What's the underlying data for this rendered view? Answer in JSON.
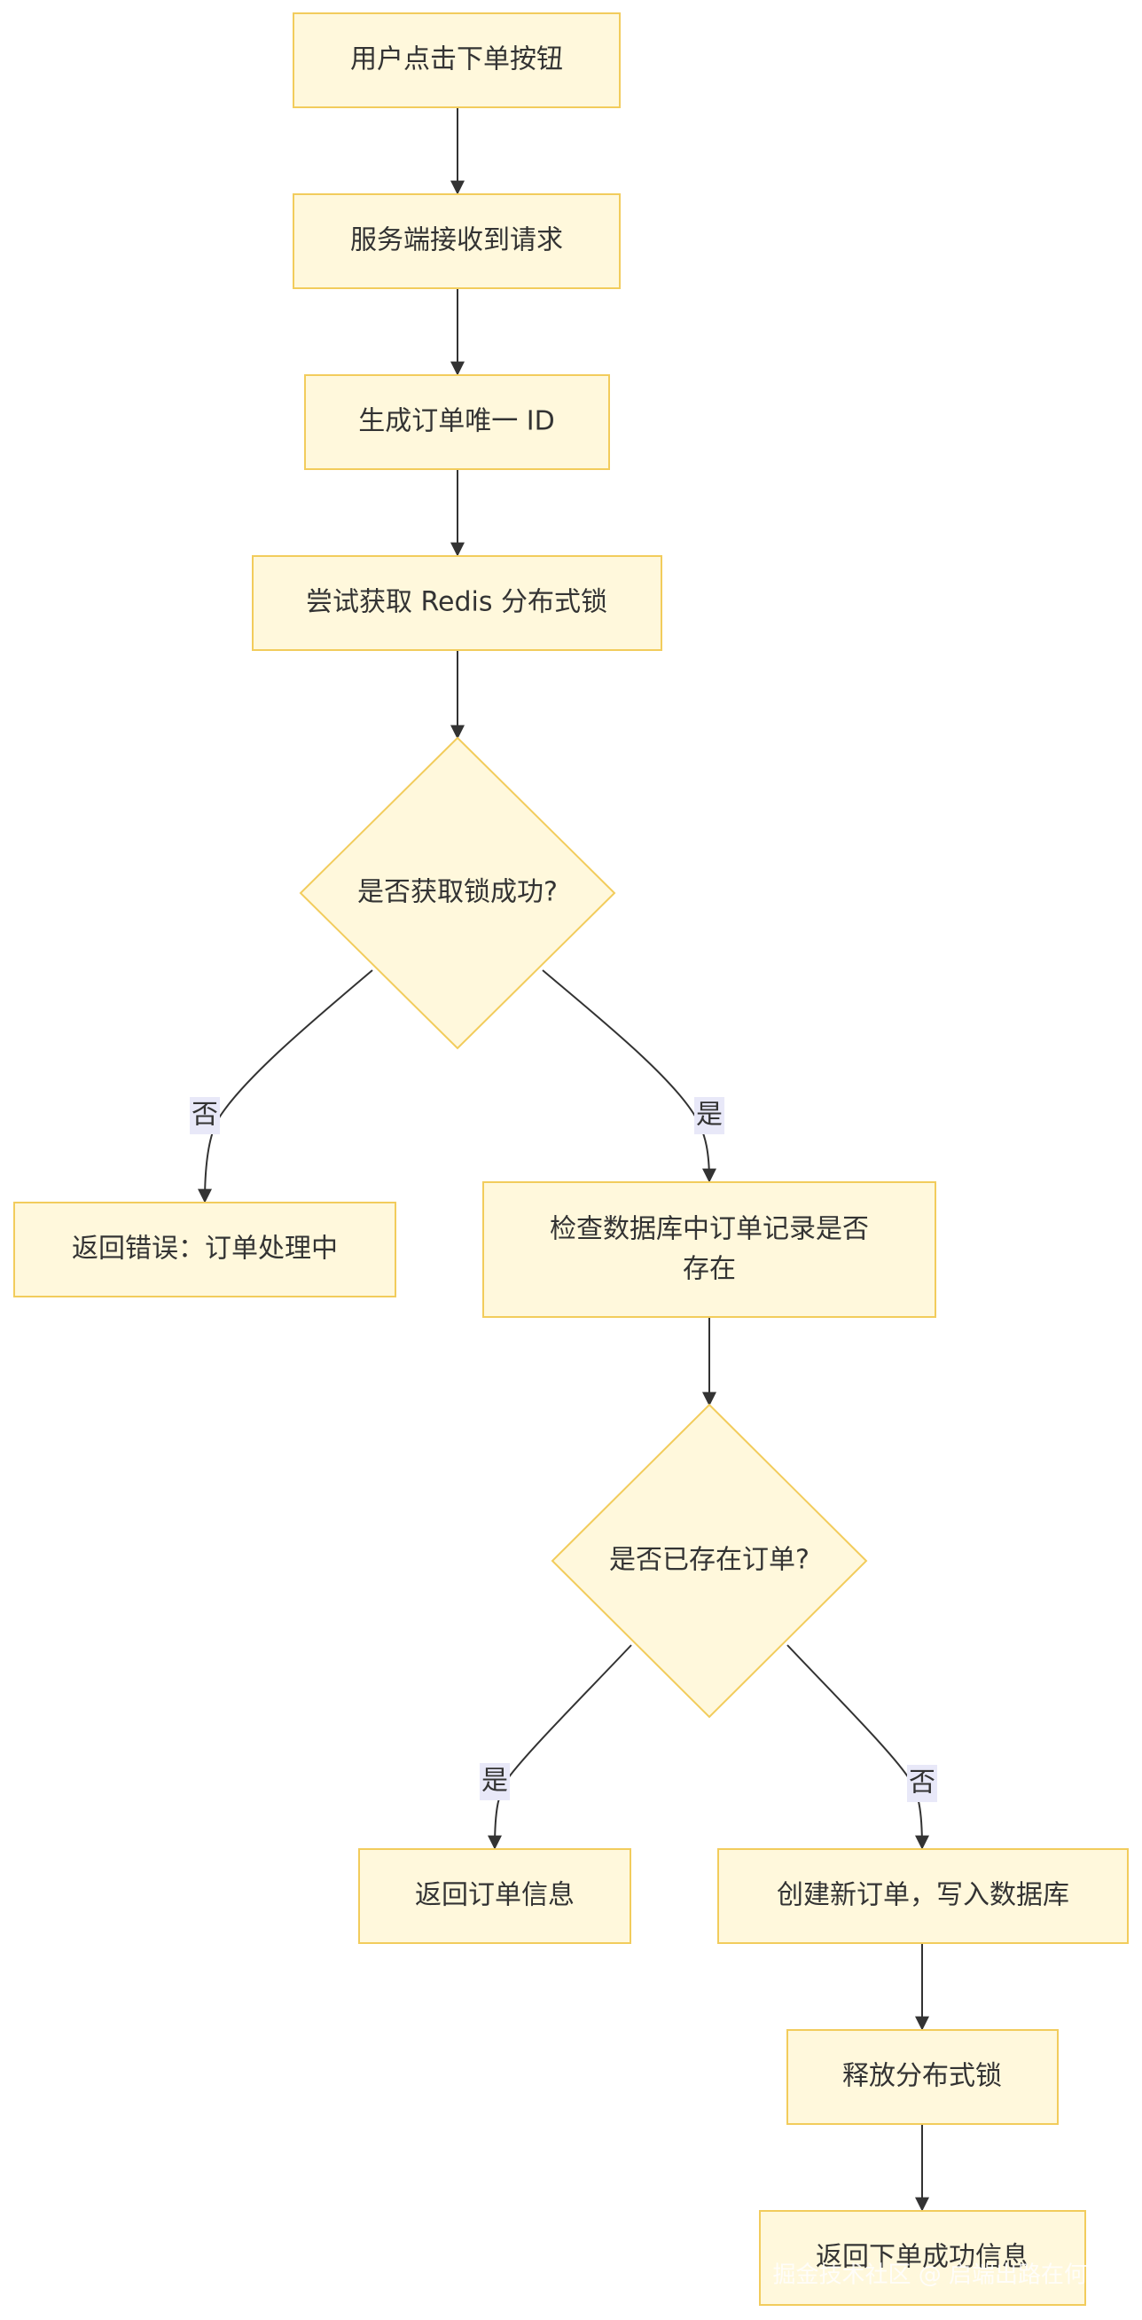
{
  "colors": {
    "node_fill": "#fff8dc",
    "node_stroke": "#f2cc5c",
    "edge": "#333333",
    "label_bg": "#e8e8f8",
    "text": "#333333"
  },
  "nodes": {
    "start": "用户点击下单按钮",
    "receive": "服务端接收到请求",
    "gen_id": "生成订单唯一 ID",
    "try_lock": "尝试获取 Redis 分布式锁",
    "lock_ok": "是否获取锁成功?",
    "err_processing": "返回错误：订单处理中",
    "check_db_line1": "检查数据库中订单记录是否",
    "check_db_line2": "存在",
    "order_exists": "是否已存在订单?",
    "return_info": "返回订单信息",
    "create_order": "创建新订单，写入数据库",
    "release_lock": "释放分布式锁",
    "return_success": "返回下单成功信息"
  },
  "edge_labels": {
    "lock_no": "否",
    "lock_yes": "是",
    "exists_yes": "是",
    "exists_no": "否"
  },
  "watermark": "掘金技术社区 @ 启端出路在何方"
}
